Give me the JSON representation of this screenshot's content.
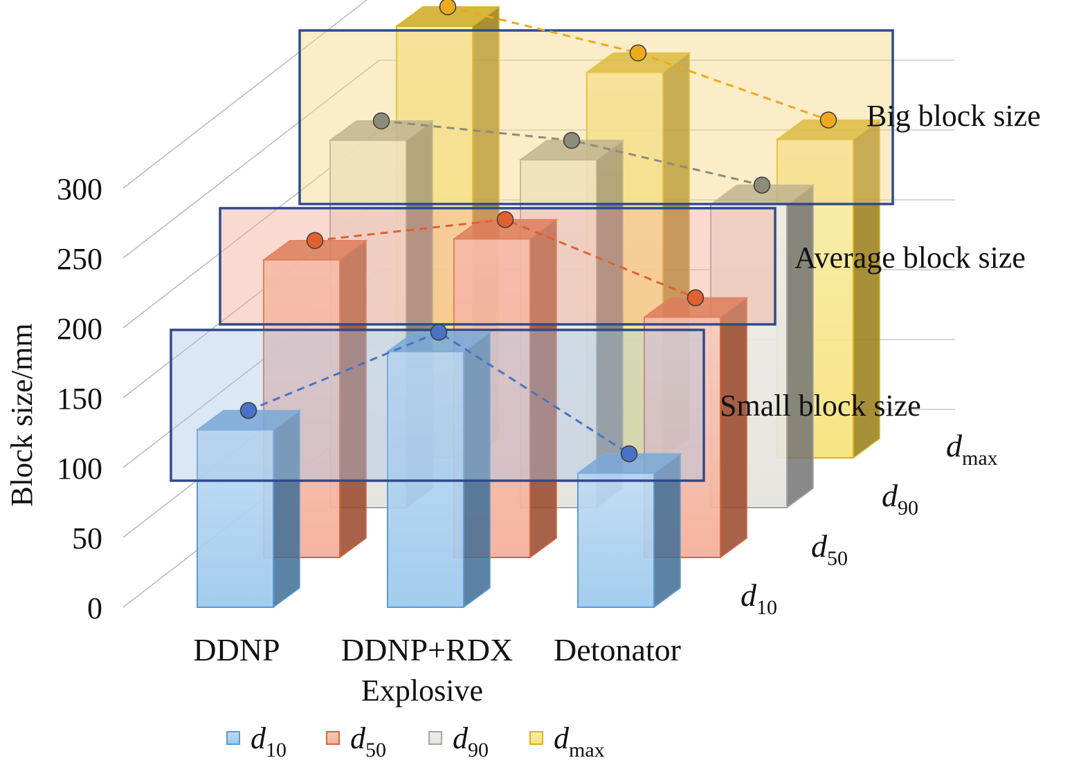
{
  "chart_data": {
    "type": "bar",
    "subtype": "3d-clustered-column-with-dashed-trend-lines",
    "xlabel": "Explosive",
    "ylabel": "Block size/mm",
    "categories": [
      "DDNP",
      "DDNP+RDX",
      "Detonator"
    ],
    "ylim": [
      0,
      300
    ],
    "yticks": [
      0,
      50,
      100,
      150,
      200,
      250,
      300
    ],
    "grid": true,
    "legend_position": "bottom",
    "series": [
      {
        "key": "d10",
        "base": "d",
        "sub": "10",
        "color": "#9cc8ec",
        "edge": "#5b9bd5",
        "dot": "#4a72c4",
        "values": [
          127,
          183,
          96
        ]
      },
      {
        "key": "d50",
        "base": "d",
        "sub": "50",
        "color": "#f4ae98",
        "edge": "#d9643a",
        "dot": "#e06030",
        "values": [
          213,
          228,
          172
        ]
      },
      {
        "key": "d90",
        "base": "d",
        "sub": "90",
        "color": "#e4e2dc",
        "edge": "#a6a6a6",
        "dot": "#8c8c7a",
        "values": [
          263,
          249,
          217
        ]
      },
      {
        "key": "dmax",
        "base": "d",
        "sub": "max",
        "color": "#f6e27a",
        "edge": "#d9b21e",
        "dot": "#f0a81c",
        "values": [
          309,
          276,
          228
        ]
      }
    ],
    "annotations": {
      "big": "Big block size",
      "average": "Average block size",
      "small": "Small block size"
    }
  }
}
